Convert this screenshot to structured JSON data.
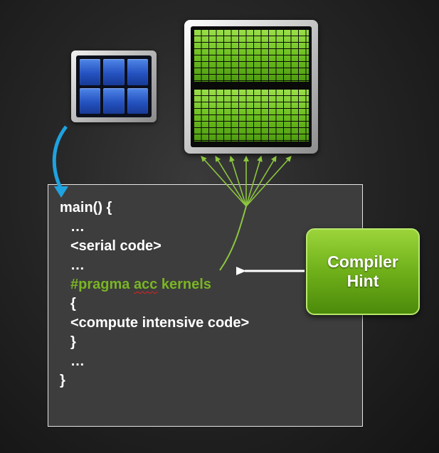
{
  "diagram": {
    "cpu": {
      "icon": "cpu-chip-icon",
      "core_count": 6,
      "core_color": "#2f63d6"
    },
    "gpu": {
      "icon": "gpu-chip-icon",
      "cell_color": "#76c225"
    },
    "code": {
      "lines": [
        {
          "text": "main() {",
          "style": "white"
        },
        {
          "text": "…",
          "style": "white"
        },
        {
          "text": "<serial code>",
          "style": "white"
        },
        {
          "text": "…",
          "style": "white"
        },
        {
          "text": "#pragma acc kernels",
          "style": "green"
        },
        {
          "text": "{",
          "style": "white"
        },
        {
          "text": "<compute intensive code>",
          "style": "white"
        },
        {
          "text": "}",
          "style": "white"
        },
        {
          "text": "…",
          "style": "white"
        },
        {
          "text": "}",
          "style": "white"
        }
      ],
      "pragma_prefix": "#pragma ",
      "pragma_flagged_word": "acc",
      "pragma_suffix": " kernels"
    },
    "hint": {
      "line1": "Compiler",
      "line2": "Hint",
      "color": "#6fb01a"
    },
    "colors": {
      "arrow_blue": "#1fa2e0",
      "arrow_white": "#ffffff",
      "fan_green": "#8cc63f"
    }
  }
}
